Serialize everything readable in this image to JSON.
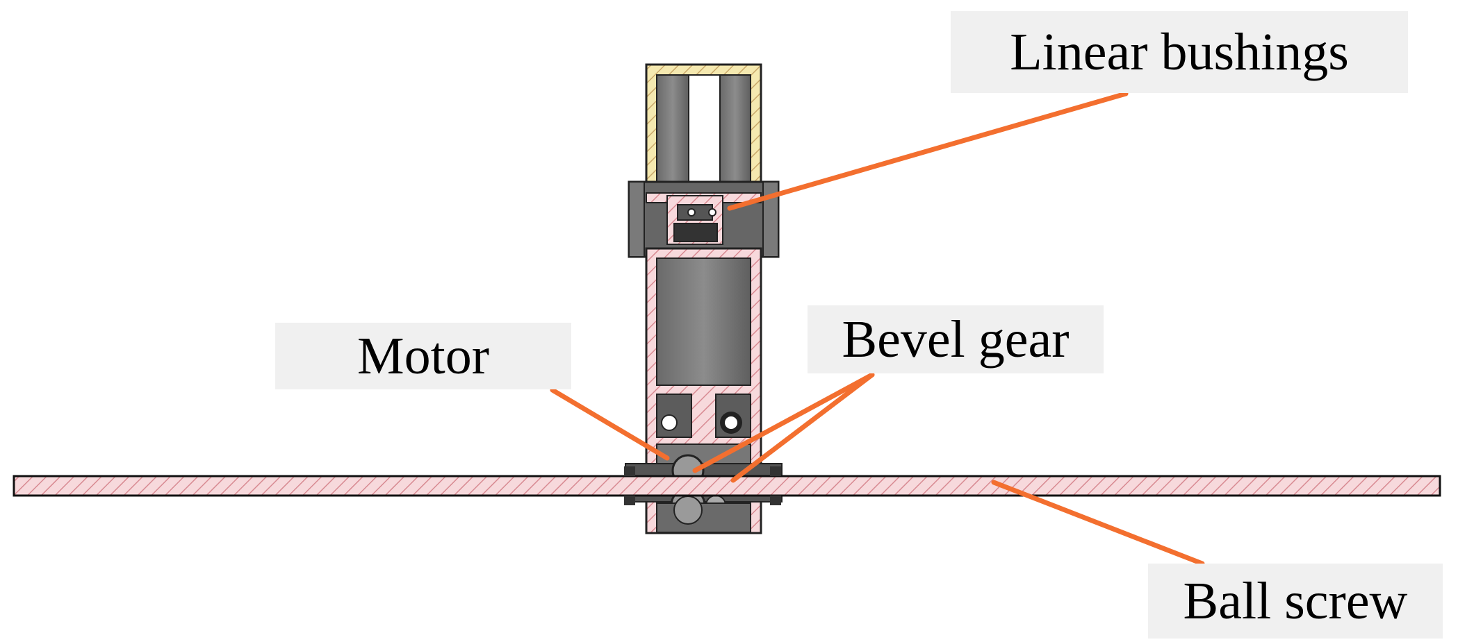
{
  "labels": {
    "linear_bushings": "Linear bushings",
    "motor": "Motor",
    "bevel_gear": "Bevel gear",
    "ball_screw": "Ball screw"
  },
  "colors": {
    "leader": "#f36f2f",
    "section_fill": "#f7d9dc",
    "hatch": "#d88a92",
    "dark_part": "#626262",
    "mid_part": "#8a8a8a",
    "yellow_part": "#f5e9b0",
    "label_bg": "#f0f0f0"
  }
}
